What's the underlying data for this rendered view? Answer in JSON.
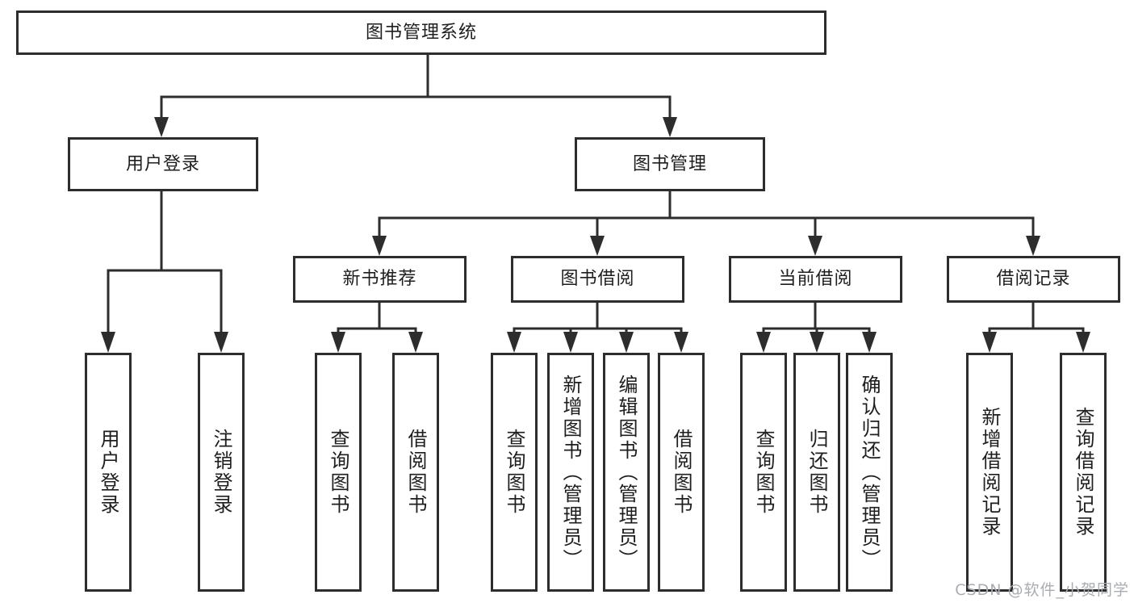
{
  "diagram": {
    "tree": {
      "label": "图书管理系统",
      "children": [
        {
          "label": "用户登录",
          "children": [
            {
              "label": "用户登录"
            },
            {
              "label": "注销登录"
            }
          ]
        },
        {
          "label": "图书管理",
          "children": [
            {
              "label": "新书推荐",
              "children": [
                {
                  "label": "查询图书"
                },
                {
                  "label": "借阅图书"
                }
              ]
            },
            {
              "label": "图书借阅",
              "children": [
                {
                  "label": "查询图书"
                },
                {
                  "label": "新增图书（管理员）"
                },
                {
                  "label": "编辑图书（管理员）"
                },
                {
                  "label": "借阅图书"
                }
              ]
            },
            {
              "label": "当前借阅",
              "children": [
                {
                  "label": "查询图书"
                },
                {
                  "label": "归还图书"
                },
                {
                  "label": "确认归还（管理员）"
                }
              ]
            },
            {
              "label": "借阅记录",
              "children": [
                {
                  "label": "新增借阅记录"
                },
                {
                  "label": "查询借阅记录"
                }
              ]
            }
          ]
        }
      ]
    },
    "colors": {
      "line": "#2d2d2d",
      "text": "#1e1e1e",
      "watermark": "#a9acb1",
      "background": "#ffffff"
    }
  },
  "watermark": {
    "text": "CSDN @软件_小贺同学"
  }
}
